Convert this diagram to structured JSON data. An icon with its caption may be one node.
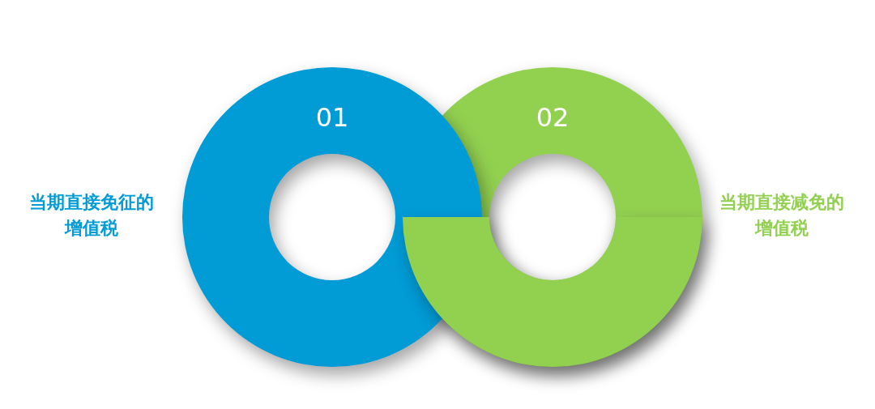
{
  "diagram": {
    "nodes": [
      {
        "text": [
          "01"
        ],
        "beside": [
          "当期直接免征的增值税"
        ]
      },
      {
        "text": [
          "02"
        ],
        "beside": [
          "当期直接减免的增值税"
        ]
      }
    ],
    "edges": []
  }
}
